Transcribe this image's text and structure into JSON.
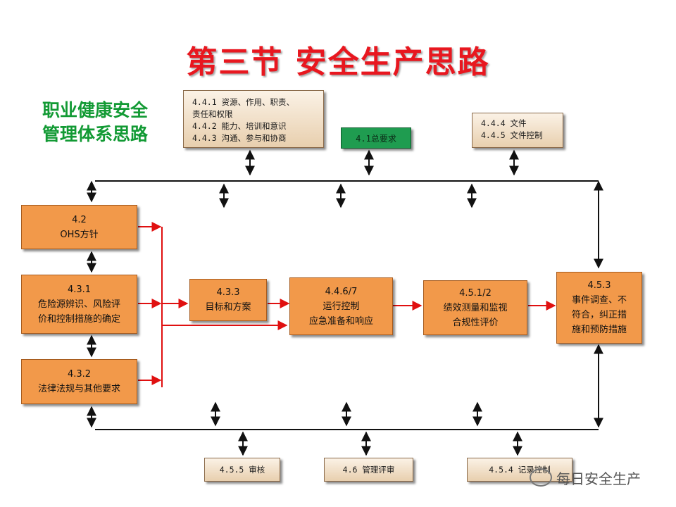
{
  "title": "第三节  安全生产思路",
  "subtitle_lines": [
    "职业健康安全",
    "管理体系思路"
  ],
  "top_notes": {
    "resources": [
      "4.4.1 资源、作用、职责、",
      "责任和权限",
      "4.4.2 能力、培训和意识",
      "4.4.3 沟通、参与和协商"
    ],
    "general": "4.1总要求",
    "docs": [
      "4.4.4 文件",
      "4.4.5 文件控制"
    ]
  },
  "left_boxes": [
    {
      "code": "4.2",
      "text": [
        "OHS方针"
      ]
    },
    {
      "code": "4.3.1",
      "text": [
        "危险源辨识、风险评",
        "价和控制措施的确定"
      ]
    },
    {
      "code": "4.3.2",
      "text": [
        "法律法规与其他要求"
      ]
    }
  ],
  "flow_boxes": [
    {
      "code": "4.3.3",
      "text": [
        "目标和方案"
      ]
    },
    {
      "code": "4.4.6/7",
      "text": [
        "运行控制",
        "应急准备和响应"
      ]
    },
    {
      "code": "4.5.1/2",
      "text": [
        "绩效测量和监视",
        "合规性评价"
      ]
    },
    {
      "code": "4.5.3",
      "text": [
        "事件调查、不",
        "符合，纠正措",
        "施和预防措施"
      ]
    }
  ],
  "bottom_notes": {
    "audit": "4.5.5 审核",
    "review": "4.6 管理评审",
    "records": "4.5.4 记录控制"
  },
  "watermark": "每日安全生产",
  "colors": {
    "title": "#e8171f",
    "subtitle": "#129a34",
    "box": "#f2994a",
    "green_box": "#1f9c50",
    "flow_arrow": "#e01010"
  }
}
